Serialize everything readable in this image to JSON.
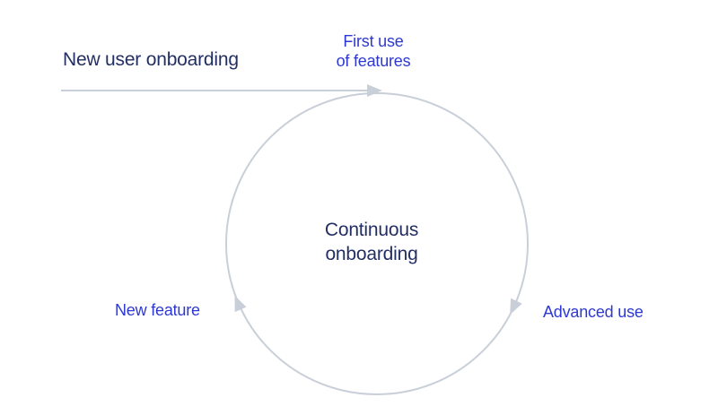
{
  "colors": {
    "navy": "#232f63",
    "blue": "#2e39d1",
    "gray": "#c9cfd9",
    "background": "#ffffff"
  },
  "diagram": {
    "intro_label": "New user onboarding",
    "center": {
      "line1": "Continuous",
      "line2": "onboarding"
    },
    "steps": [
      {
        "id": "first-use",
        "line1": "First use",
        "line2": "of features"
      },
      {
        "id": "advanced-use",
        "line1": "Advanced use"
      },
      {
        "id": "new-feature",
        "line1": "New feature"
      }
    ]
  }
}
